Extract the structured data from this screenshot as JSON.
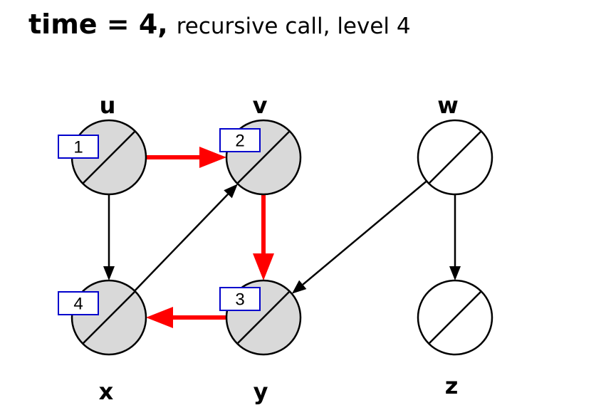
{
  "title": {
    "bold": "time = 4,",
    "rest": "recursive call, level 4"
  },
  "colors": {
    "visited_fill": "#d9d9d9",
    "unvisited_fill": "#ffffff",
    "tree_edge": "#ff0000",
    "normal_edge": "#000000",
    "timestamp_border": "#0000cc"
  },
  "nodes": [
    {
      "id": "u",
      "label": "u",
      "visited": true,
      "discovery": "1"
    },
    {
      "id": "v",
      "label": "v",
      "visited": true,
      "discovery": "2"
    },
    {
      "id": "w",
      "label": "w",
      "visited": false,
      "discovery": ""
    },
    {
      "id": "x",
      "label": "x",
      "visited": true,
      "discovery": "4"
    },
    {
      "id": "y",
      "label": "y",
      "visited": true,
      "discovery": "3"
    },
    {
      "id": "z",
      "label": "z",
      "visited": false,
      "discovery": ""
    }
  ],
  "edges": [
    {
      "from": "u",
      "to": "v",
      "tree": true
    },
    {
      "from": "u",
      "to": "x",
      "tree": false
    },
    {
      "from": "v",
      "to": "y",
      "tree": true
    },
    {
      "from": "x",
      "to": "v",
      "tree": false
    },
    {
      "from": "y",
      "to": "x",
      "tree": true
    },
    {
      "from": "w",
      "to": "y",
      "tree": false
    },
    {
      "from": "w",
      "to": "z",
      "tree": false
    }
  ]
}
